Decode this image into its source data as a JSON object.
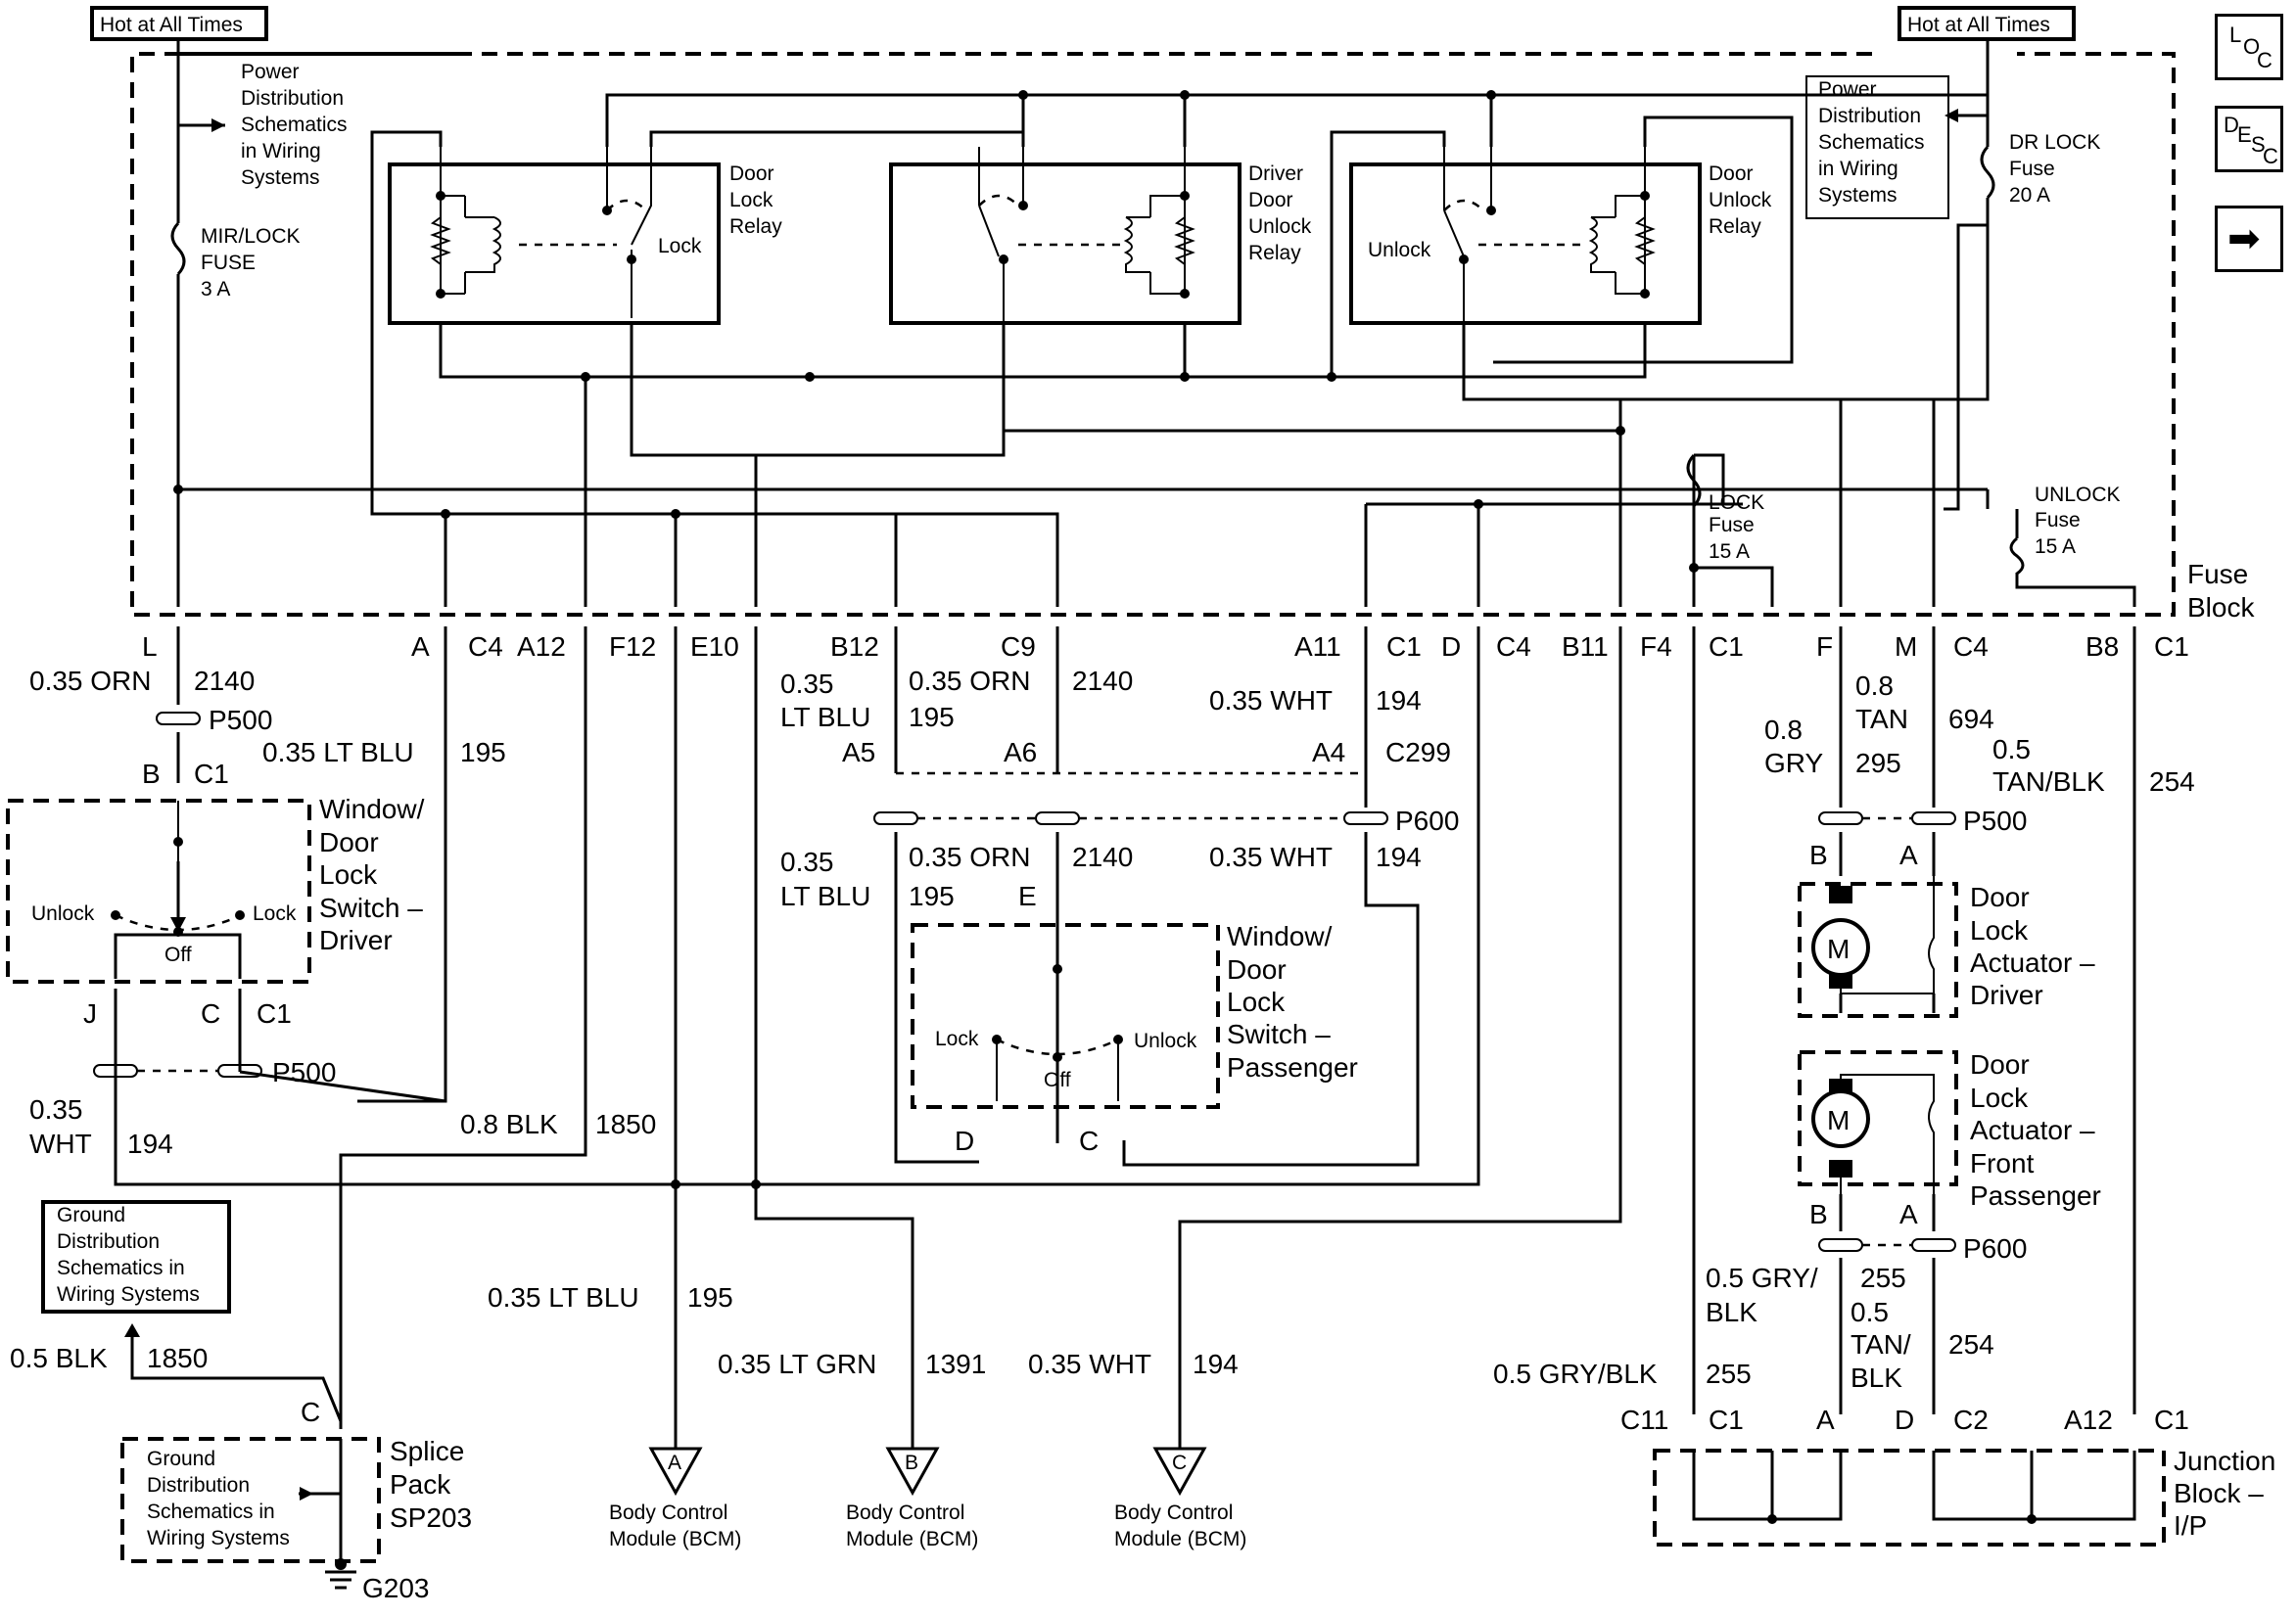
{
  "hot_left": "Hot at All Times",
  "hot_right": "Hot at All Times",
  "pd_left": [
    "Power",
    "Distribution",
    "Schematics",
    "in Wiring",
    "Systems"
  ],
  "pd_right": [
    "Power",
    "Distribution",
    "Schematics",
    "in Wiring",
    "Systems"
  ],
  "mir_fuse": [
    "MIR/LOCK",
    "FUSE",
    "3 A"
  ],
  "dr_lock_fuse": [
    "DR LOCK",
    "Fuse",
    "20 A"
  ],
  "lock_fuse": [
    "LOCK",
    "Fuse",
    "15 A"
  ],
  "unlock_fuse": [
    "UNLOCK",
    "Fuse",
    "15 A"
  ],
  "relay1": [
    "Door",
    "Lock",
    "Relay"
  ],
  "relay2": [
    "Driver",
    "Door",
    "Unlock",
    "Relay"
  ],
  "relay3": [
    "Door",
    "Unlock",
    "Relay"
  ],
  "relay1_contact": "Lock",
  "relay3_contact": "Unlock",
  "fuse_block": [
    "Fuse",
    "Block"
  ],
  "pins_top": {
    "L": "L",
    "A": "A",
    "C4a": "C4",
    "A12": "A12",
    "F12": "F12",
    "E10": "E10",
    "B12": "B12",
    "C9": "C9",
    "A11": "A11",
    "C1a": "C1",
    "D": "D",
    "C4b": "C4",
    "B11": "B11",
    "F4": "F4",
    "C1b": "C1",
    "F": "F",
    "M": "M",
    "C4c": "C4",
    "B8": "B8",
    "C1c": "C1"
  },
  "wires": {
    "w1": "0.35 ORN",
    "w1n": "2140",
    "w2": "0.35 LT BLU",
    "w2n": "195",
    "w3": "0.35",
    "w3b": "LT BLU",
    "w3n": "195",
    "w4": "0.35 ORN",
    "w4n": "2140",
    "w5": "0.35 WHT",
    "w5n": "194",
    "w6": "0.35",
    "w6b": "LT BLU",
    "w6n": "195",
    "w7": "0.35 ORN",
    "w7n": "2140",
    "w8": "0.35 WHT",
    "w8n": "194",
    "w9": "0.35",
    "w9b": "WHT",
    "w9n": "194",
    "w10": "0.8 BLK",
    "w10n": "1850",
    "w11": "0.8",
    "w11b": "TAN",
    "w11n": "694",
    "w12": "0.8",
    "w12b": "GRY",
    "w12n": "295",
    "w13": "0.5",
    "w13b": "TAN/BLK",
    "w13n": "254",
    "w14": "0.5 GRY/",
    "w14b": "BLK",
    "w14n": "255",
    "w15": "0.5",
    "w15b": "TAN/",
    "w15c": "BLK",
    "w15n": "254",
    "w16": "0.5 GRY/BLK",
    "w16n": "255",
    "w17": "0.5 BLK",
    "w17n": "1850",
    "w18": "0.35 LT BLU",
    "w18n": "195",
    "w19": "0.35 LT GRN",
    "w19n": "1391",
    "w20": "0.35 WHT",
    "w20n": "194"
  },
  "connectors": {
    "p500a": "P500",
    "b": "B",
    "c1": "C1",
    "p600a": "P600",
    "c299": "C299",
    "a5": "A5",
    "a6": "A6",
    "a4": "A4",
    "e": "E",
    "j": "J",
    "c": "C",
    "c1b": "C1",
    "p500b": "P500",
    "p500c": "P500",
    "pb": "B",
    "pa": "A",
    "p600b": "P600",
    "pb2": "B",
    "pa2": "A",
    "d_pin": "D",
    "c_pin": "C"
  },
  "driver_switch": [
    "Window/",
    "Door",
    "Lock",
    "Switch –",
    "Driver"
  ],
  "driver_switch_pos": {
    "unlock": "Unlock",
    "lock": "Lock",
    "off": "Off"
  },
  "pass_switch": [
    "Window/",
    "Door",
    "Lock",
    "Switch –",
    "Passenger"
  ],
  "pass_switch_pos": {
    "lock": "Lock",
    "unlock": "Unlock",
    "off": "Off"
  },
  "actuator_driver": [
    "Door",
    "Lock",
    "Actuator –",
    "Driver"
  ],
  "actuator_pass": [
    "Door",
    "Lock",
    "Actuator –",
    "Front",
    "Passenger"
  ],
  "motor": "M",
  "ground_box": [
    "Ground",
    "Distribution",
    "Schematics in",
    "Wiring Systems"
  ],
  "splice_pin": "C",
  "splice_ground": [
    "Ground",
    "Distribution",
    "Schematics in",
    "Wiring Systems"
  ],
  "splice": [
    "Splice",
    "Pack",
    "SP203"
  ],
  "g203": "G203",
  "bcm_a": {
    "letter": "A",
    "l1": "Body Control",
    "l2": "Module (BCM)"
  },
  "bcm_b": {
    "letter": "B",
    "l1": "Body Control",
    "l2": "Module (BCM)"
  },
  "bcm_c": {
    "letter": "C",
    "l1": "Body Control",
    "l2": "Module (BCM)"
  },
  "jb_pins": {
    "c11": "C11",
    "c1": "C1",
    "a": "A",
    "d": "D",
    "c2": "C2",
    "a12": "A12",
    "c1b": "C1"
  },
  "junction_block": [
    "Junction",
    "Block –",
    "I/P"
  ],
  "nav": {
    "loc": {
      "a": "L",
      "b": "O",
      "c": "C"
    },
    "desc": {
      "a": "D",
      "b": "E",
      "c": "S",
      "d": "C"
    },
    "next": "➡"
  }
}
